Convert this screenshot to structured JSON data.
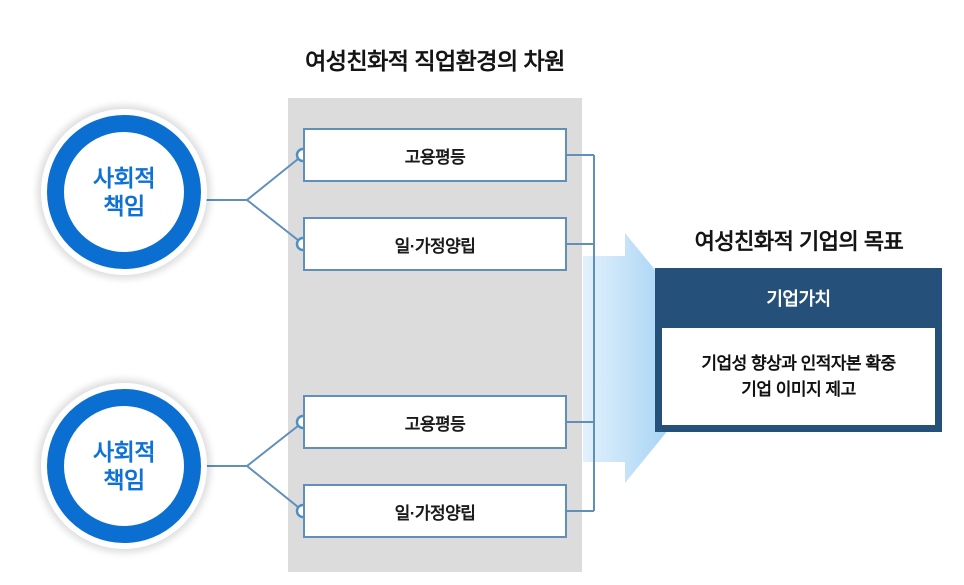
{
  "diagram": {
    "left_title": "여성친화적 직업환경의 차원",
    "right_title": "여성친화적 기업의 목표",
    "circles": [
      {
        "line1": "사회적",
        "line2": "책임"
      },
      {
        "line1": "사회적",
        "line2": "책임"
      }
    ],
    "boxes": [
      {
        "label": "고용평등"
      },
      {
        "label": "일·가정양립"
      },
      {
        "label": "고용평등"
      },
      {
        "label": "일·가정양립"
      }
    ],
    "goal": {
      "header": "기업가치",
      "body_line1": "기업성 향상과 인적자본 확중",
      "body_line2": "기업 이미지 제고"
    },
    "colors": {
      "accent_blue": "#0b6fd2",
      "steel_blue": "#6090ba",
      "navy": "#24507a",
      "arrow_light": "#ddeefb",
      "arrow_dark": "#7fc0f0",
      "band_gray": "#dcdcdc"
    }
  }
}
